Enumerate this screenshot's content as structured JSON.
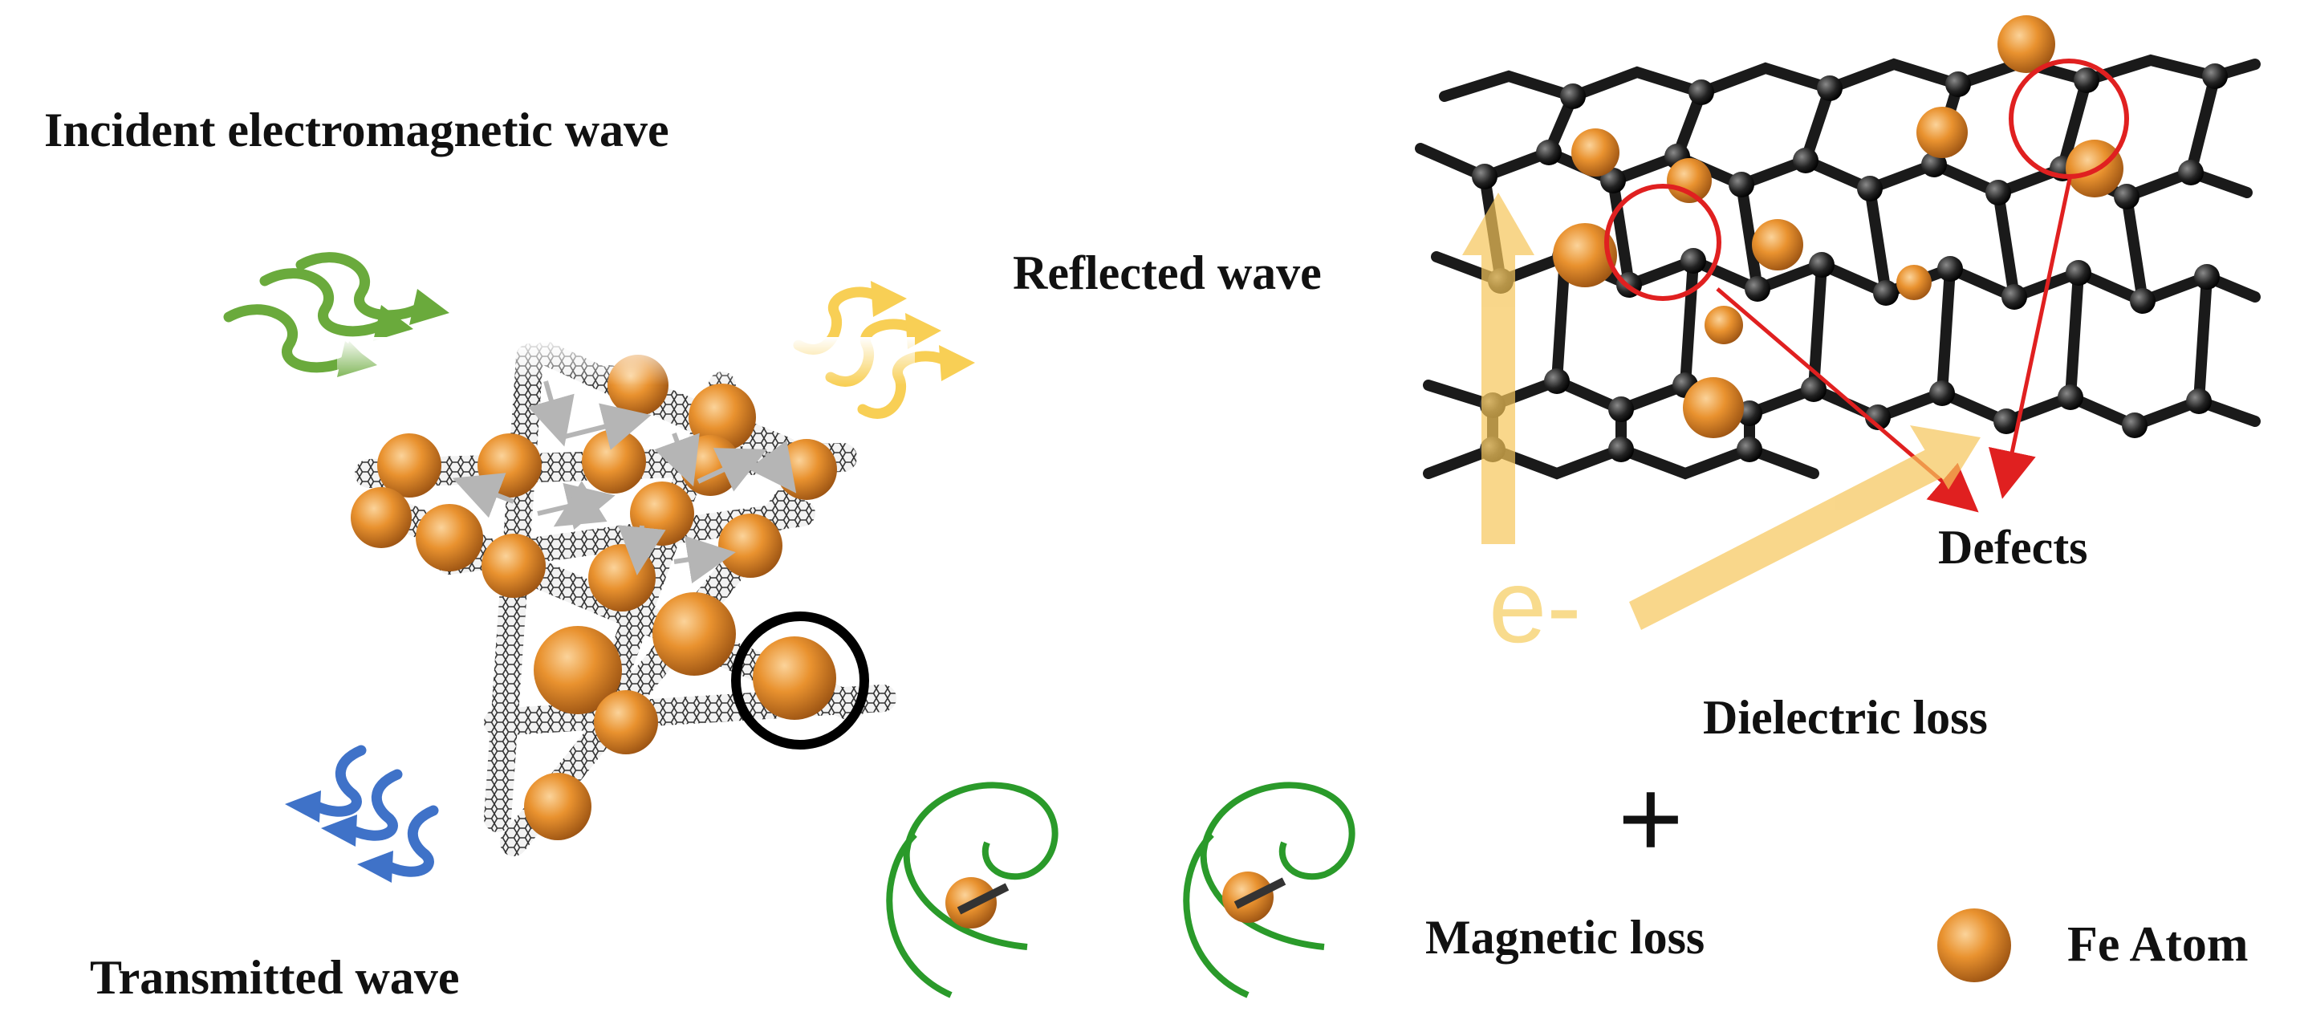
{
  "labels": {
    "incident": "Incident electromagnetic wave",
    "reflected": "Reflected wave",
    "transmitted": "Transmitted wave",
    "defects": "Defects",
    "dielectric_loss": "Dielectric loss",
    "magnetic_loss": "Magnetic loss",
    "fe_atom": "Fe Atom",
    "electron": "e-",
    "plus": "+"
  },
  "colors": {
    "incident_wave": "#6aaa3c",
    "reflected_wave": "#f8cf55",
    "transmitted_wave": "#3f72c8",
    "fe_atom": "#e08a2c",
    "carbon": "#1a1a1a",
    "defect_marker": "#e02020",
    "electron_arrow": "#f6c65a",
    "magnetic_spiral": "#2a9a2a"
  }
}
